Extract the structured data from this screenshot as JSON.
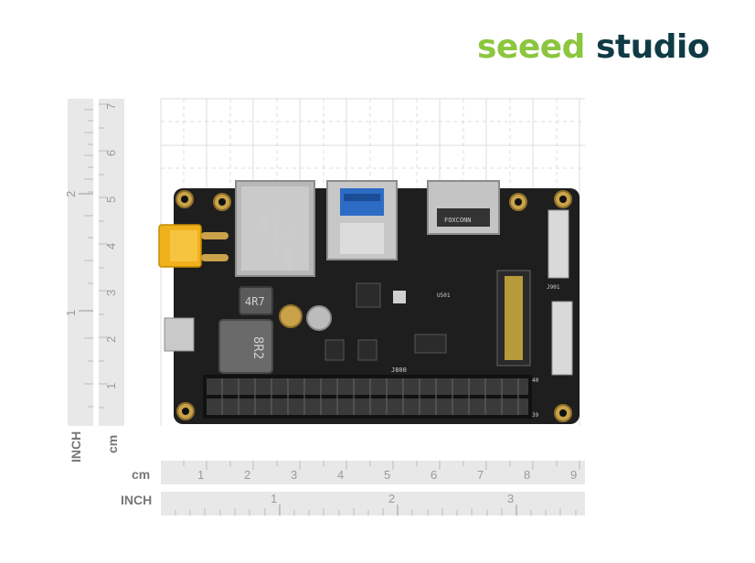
{
  "brand": {
    "logo_part1": "seeed",
    "logo_part2": "studio"
  },
  "rulers": {
    "horizontal_cm": {
      "unit_label": "cm",
      "ticks": [
        "1",
        "2",
        "3",
        "4",
        "5",
        "6",
        "7",
        "8",
        "9"
      ]
    },
    "horizontal_inch": {
      "unit_label": "INCH",
      "ticks": [
        "1",
        "2",
        "3"
      ]
    },
    "vertical_inch": {
      "unit_label": "INCH",
      "ticks": [
        "1",
        "2"
      ]
    },
    "vertical_cm": {
      "unit_label": "cm",
      "ticks": [
        "1",
        "2",
        "3",
        "4",
        "5",
        "6",
        "7"
      ]
    }
  },
  "board": {
    "ethernet_jack_text": "FLY CORE",
    "ethernet_code": "FC-3026YTNL",
    "ethernet_date": "2204",
    "inductor_large": "8R2",
    "inductor_small": "4R7",
    "hdmi_brand": "FOXCONN",
    "labels": {
      "j901": "J901",
      "j800": "J800",
      "u501": "U501",
      "pin40": "40",
      "pin39": "39"
    }
  },
  "colors": {
    "pcb": "#1e1e1e",
    "grid": "#d6d6d6",
    "accent_green": "#8cc63f",
    "accent_navy": "#0f3b45"
  }
}
